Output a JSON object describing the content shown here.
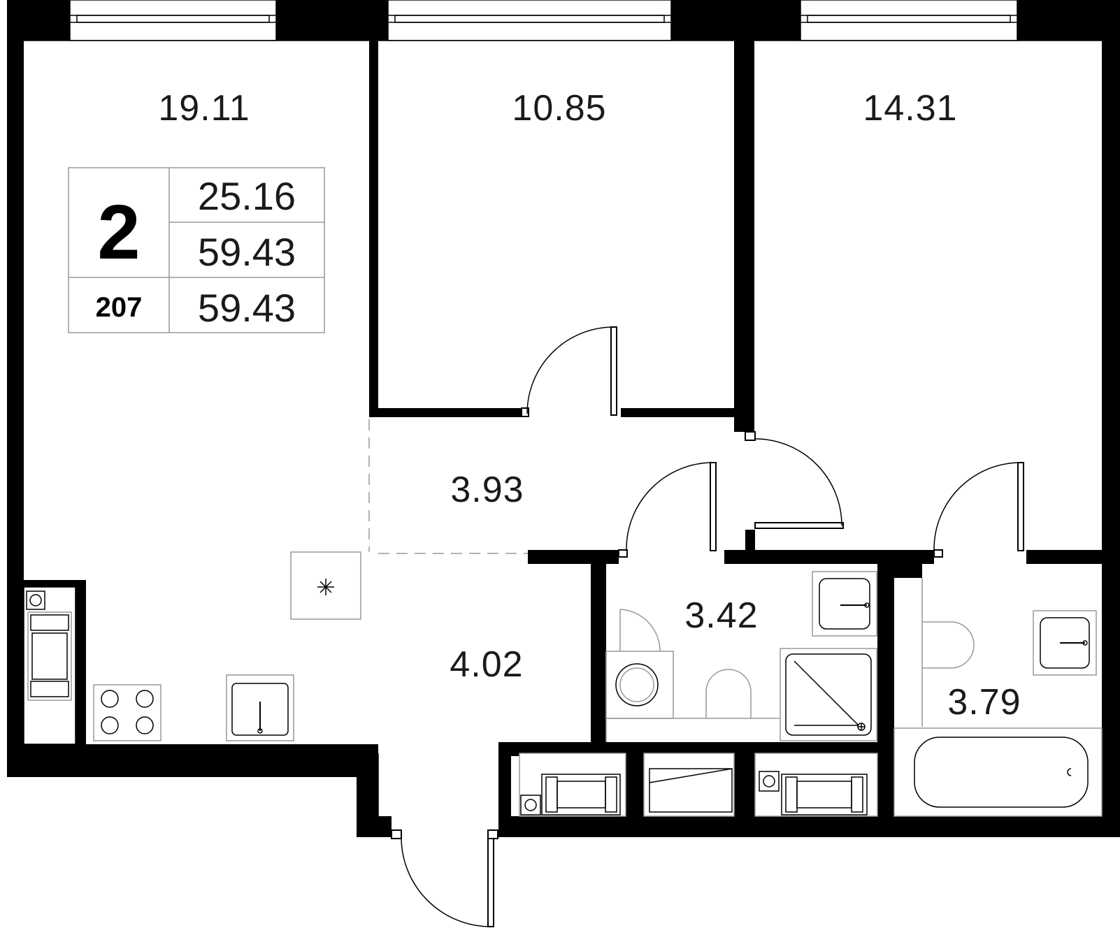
{
  "floorplan": {
    "rooms": [
      {
        "id": "kitchen-living",
        "area": "19.11"
      },
      {
        "id": "bedroom-1",
        "area": "10.85"
      },
      {
        "id": "bedroom-2",
        "area": "14.31"
      },
      {
        "id": "corridor",
        "area": "3.93"
      },
      {
        "id": "hallway",
        "area": "4.02"
      },
      {
        "id": "bathroom-1",
        "area": "3.42"
      },
      {
        "id": "bathroom-2",
        "area": "3.79"
      }
    ],
    "info": {
      "rooms_count": "2",
      "apartment_number": "207",
      "living_area": "25.16",
      "total_area": "59.43",
      "total_area_with_balcony": "59.43"
    }
  }
}
